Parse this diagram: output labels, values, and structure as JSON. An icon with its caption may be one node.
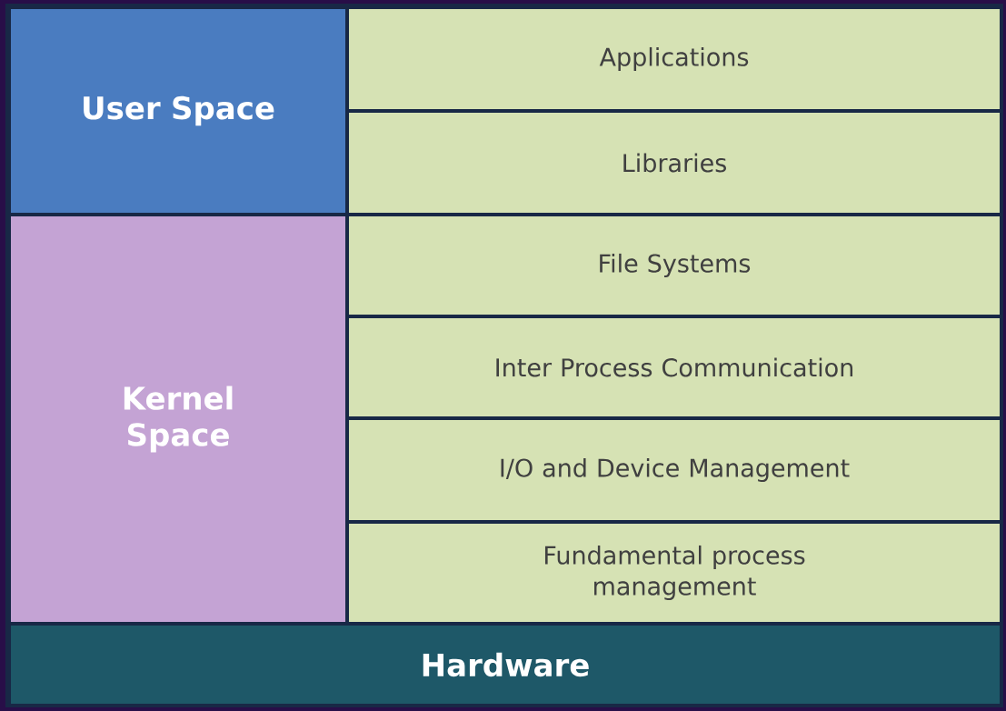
{
  "diagram": {
    "nodes": [
      {
        "text": [
          "User Space"
        ]
      },
      {
        "text": [
          "Applications"
        ]
      },
      {
        "text": [
          "Libraries"
        ]
      },
      {
        "text": [
          "Kernel Space"
        ]
      },
      {
        "text": [
          "File Systems"
        ]
      },
      {
        "text": [
          "Inter Process Communication"
        ]
      },
      {
        "text": [
          "I/O and Device Management"
        ]
      },
      {
        "text": [
          "Fundamental process management"
        ]
      },
      {
        "text": [
          "Hardware"
        ]
      }
    ]
  }
}
